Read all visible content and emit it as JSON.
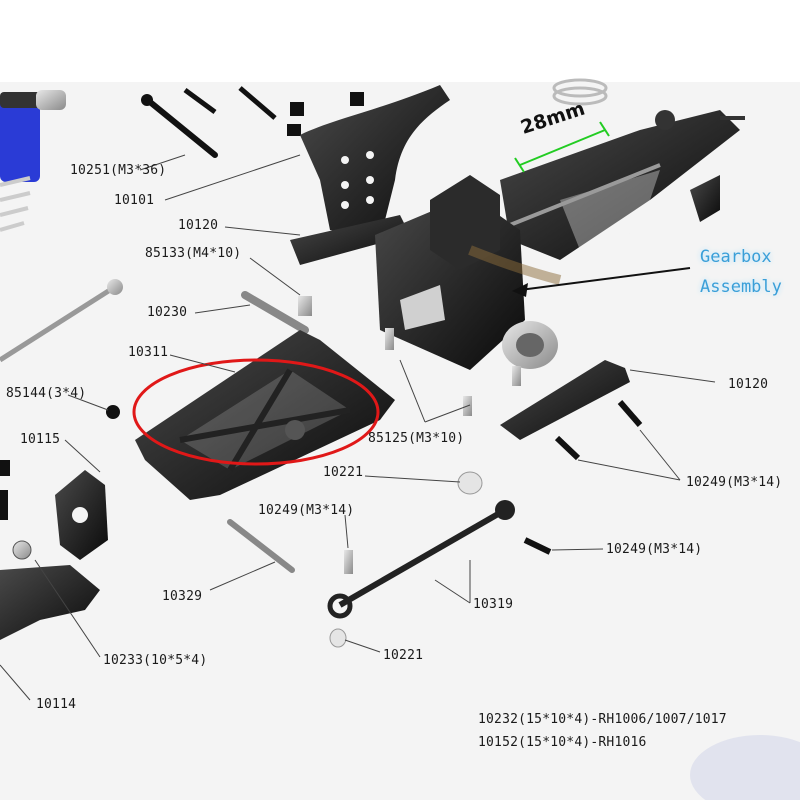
{
  "callout": {
    "line1": "Gearbox",
    "line2": "Assembly"
  },
  "dimension": "28mm",
  "labels": {
    "p10251": "10251(M3*36)",
    "p10101": "10101",
    "p10120_top": "10120",
    "p85133": "85133(M4*10)",
    "p10230": "10230",
    "p10311": "10311",
    "p85144": "85144(3*4)",
    "p10115": "10115",
    "p85125": "85125(M3*10)",
    "p10120_right": "10120",
    "p10249_right": "10249(M3*14)",
    "p10221_mid": "10221",
    "p10249_mid": "10249(M3*14)",
    "p10249_low": "10249(M3*14)",
    "p10329": "10329",
    "p10319": "10319",
    "p10233": "10233(10*5*4)",
    "p10221_low": "10221",
    "p10114": "10114",
    "note1": "10232(15*10*4)-RH1006/1007/1017",
    "note2": "10152(15*10*4)-RH1016"
  },
  "colors": {
    "part": "#111111",
    "highlight": "#e01818",
    "dimension": "#22cc22",
    "callout": "#3a9fd8",
    "shock_spring": "#2a3bd6",
    "background_panel": "#f4f4f4"
  }
}
